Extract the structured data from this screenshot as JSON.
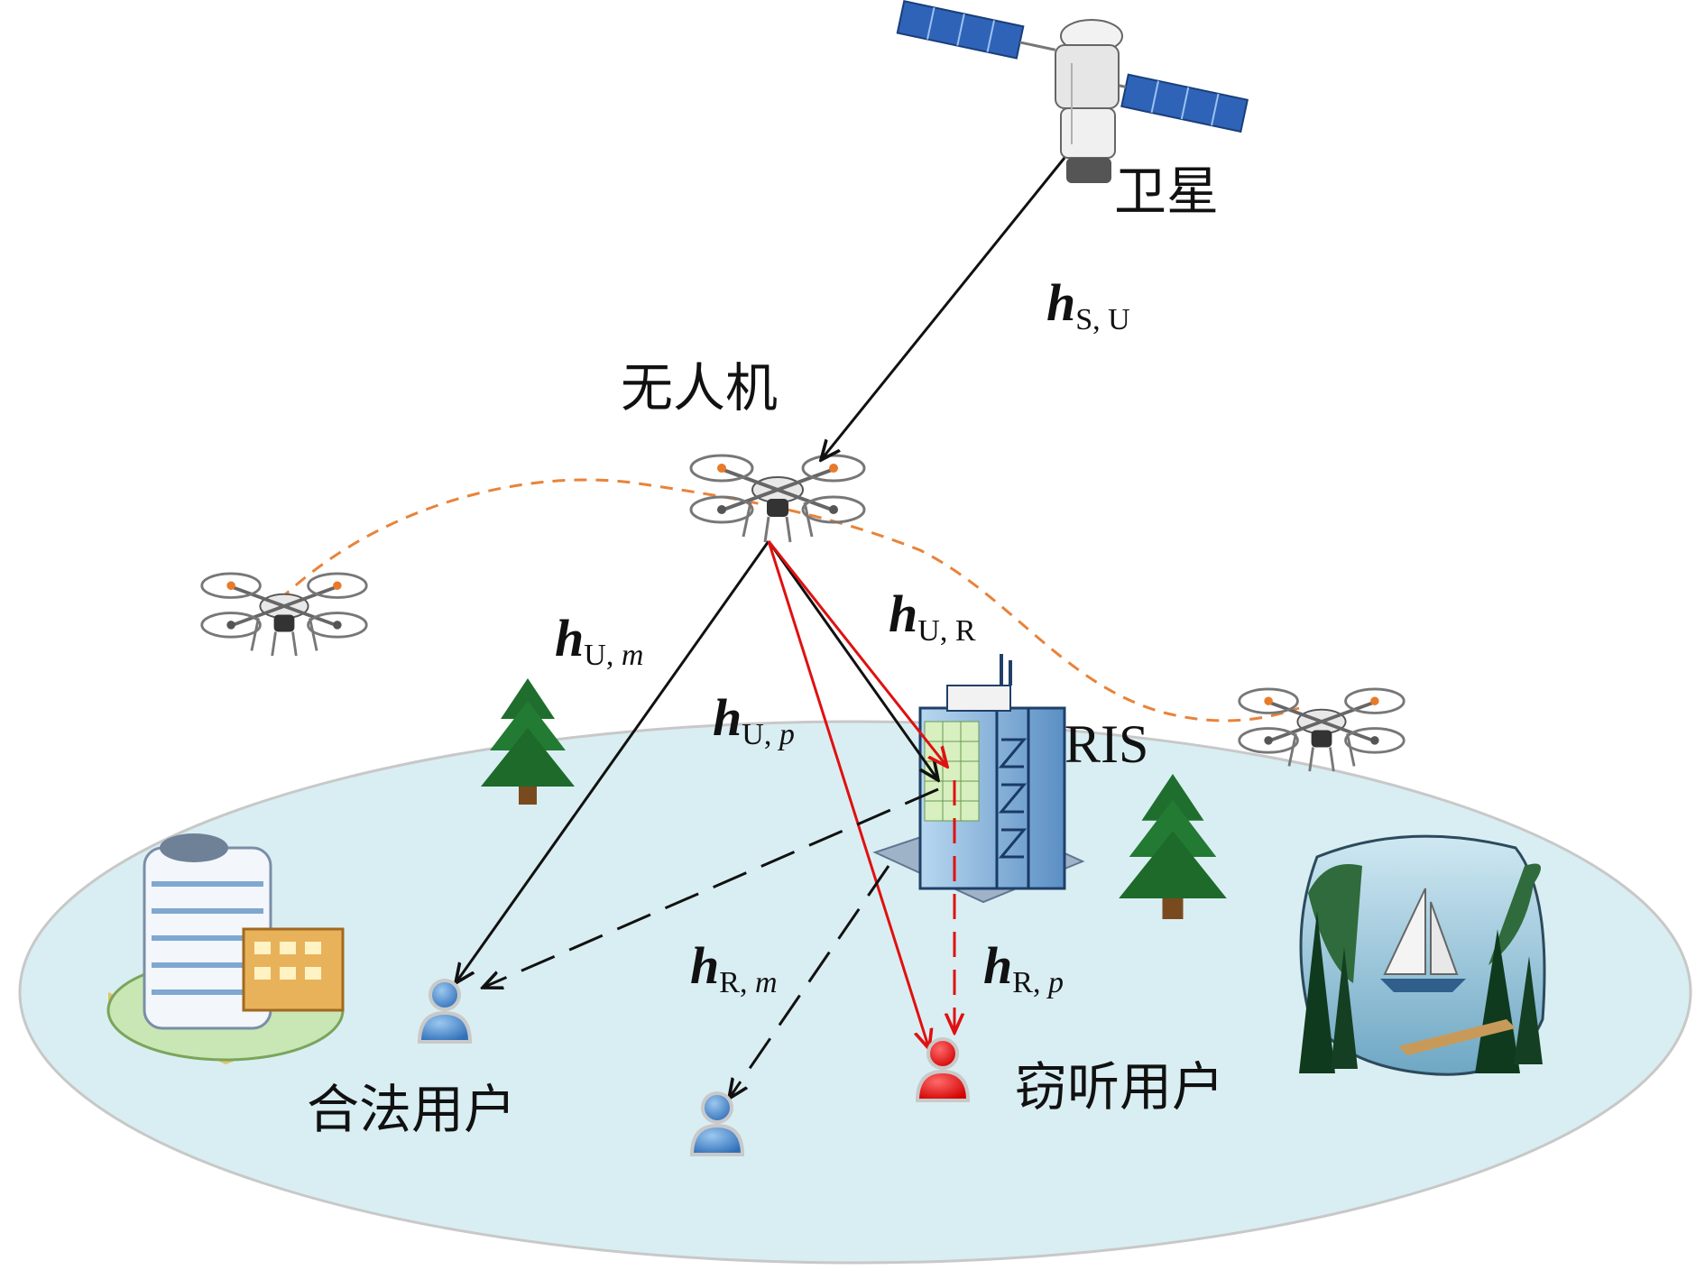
{
  "labels": {
    "satellite": "卫星",
    "uav": "无人机",
    "ris": "RIS",
    "legit_user": "合法用户",
    "eavesdropper": "窃听用户"
  },
  "channels": {
    "h_su": {
      "base": "h",
      "sub": "S, U"
    },
    "h_um": {
      "base": "h",
      "sub_a": "U, ",
      "sub_b": "m"
    },
    "h_up": {
      "base": "h",
      "sub_a": "U, ",
      "sub_b": "p"
    },
    "h_ur": {
      "base": "h",
      "sub": "U, R"
    },
    "h_rm": {
      "base": "h",
      "sub_a": "R, ",
      "sub_b": "m"
    },
    "h_rp": {
      "base": "h",
      "sub_a": "R, ",
      "sub_b": "p"
    }
  },
  "colors": {
    "ground": "#d9eef2",
    "ground_edge": "#c8c8c8",
    "trajectory": "#e8833a",
    "eavesdrop_link": "#e01010",
    "legit_link": "#111111",
    "legit_user": "#4a86c8",
    "eavesdropper": "#e01010",
    "tree": "#1f6e2e"
  }
}
